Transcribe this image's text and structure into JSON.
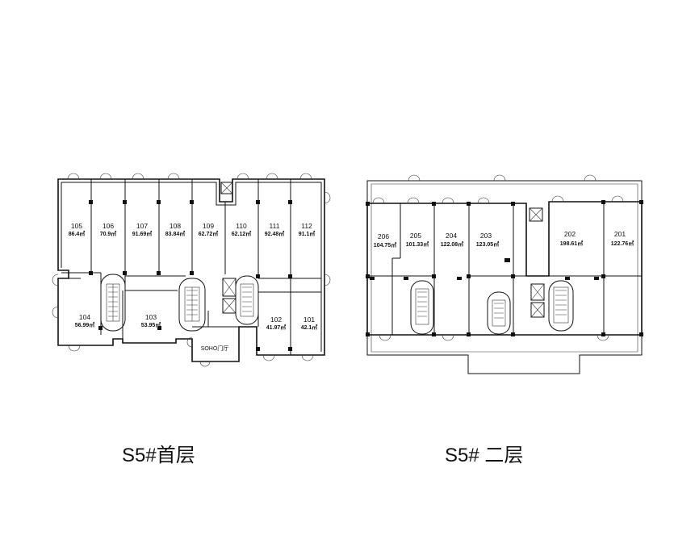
{
  "plans": [
    {
      "caption": "S5#首层",
      "units": [
        {
          "no": "105",
          "area": "86.4㎡"
        },
        {
          "no": "106",
          "area": "70.9㎡"
        },
        {
          "no": "107",
          "area": "91.69㎡"
        },
        {
          "no": "108",
          "area": "83.84㎡"
        },
        {
          "no": "109",
          "area": "62.72㎡"
        },
        {
          "no": "110",
          "area": "62.12㎡"
        },
        {
          "no": "111",
          "area": "92.48㎡"
        },
        {
          "no": "112",
          "area": "91.1㎡"
        },
        {
          "no": "104",
          "area": "56.99㎡"
        },
        {
          "no": "103",
          "area": "53.95㎡"
        },
        {
          "no": "102",
          "area": "41.97㎡"
        },
        {
          "no": "101",
          "area": "42.1㎡"
        }
      ],
      "rooms": [
        {
          "label": "SOHO门厅"
        }
      ]
    },
    {
      "caption": "S5# 二层",
      "units": [
        {
          "no": "206",
          "area": "104.75㎡"
        },
        {
          "no": "205",
          "area": "101.33㎡"
        },
        {
          "no": "204",
          "area": "122.08㎡"
        },
        {
          "no": "203",
          "area": "123.05㎡"
        },
        {
          "no": "202",
          "area": "198.61㎡"
        },
        {
          "no": "201",
          "area": "122.76㎡"
        }
      ]
    }
  ]
}
